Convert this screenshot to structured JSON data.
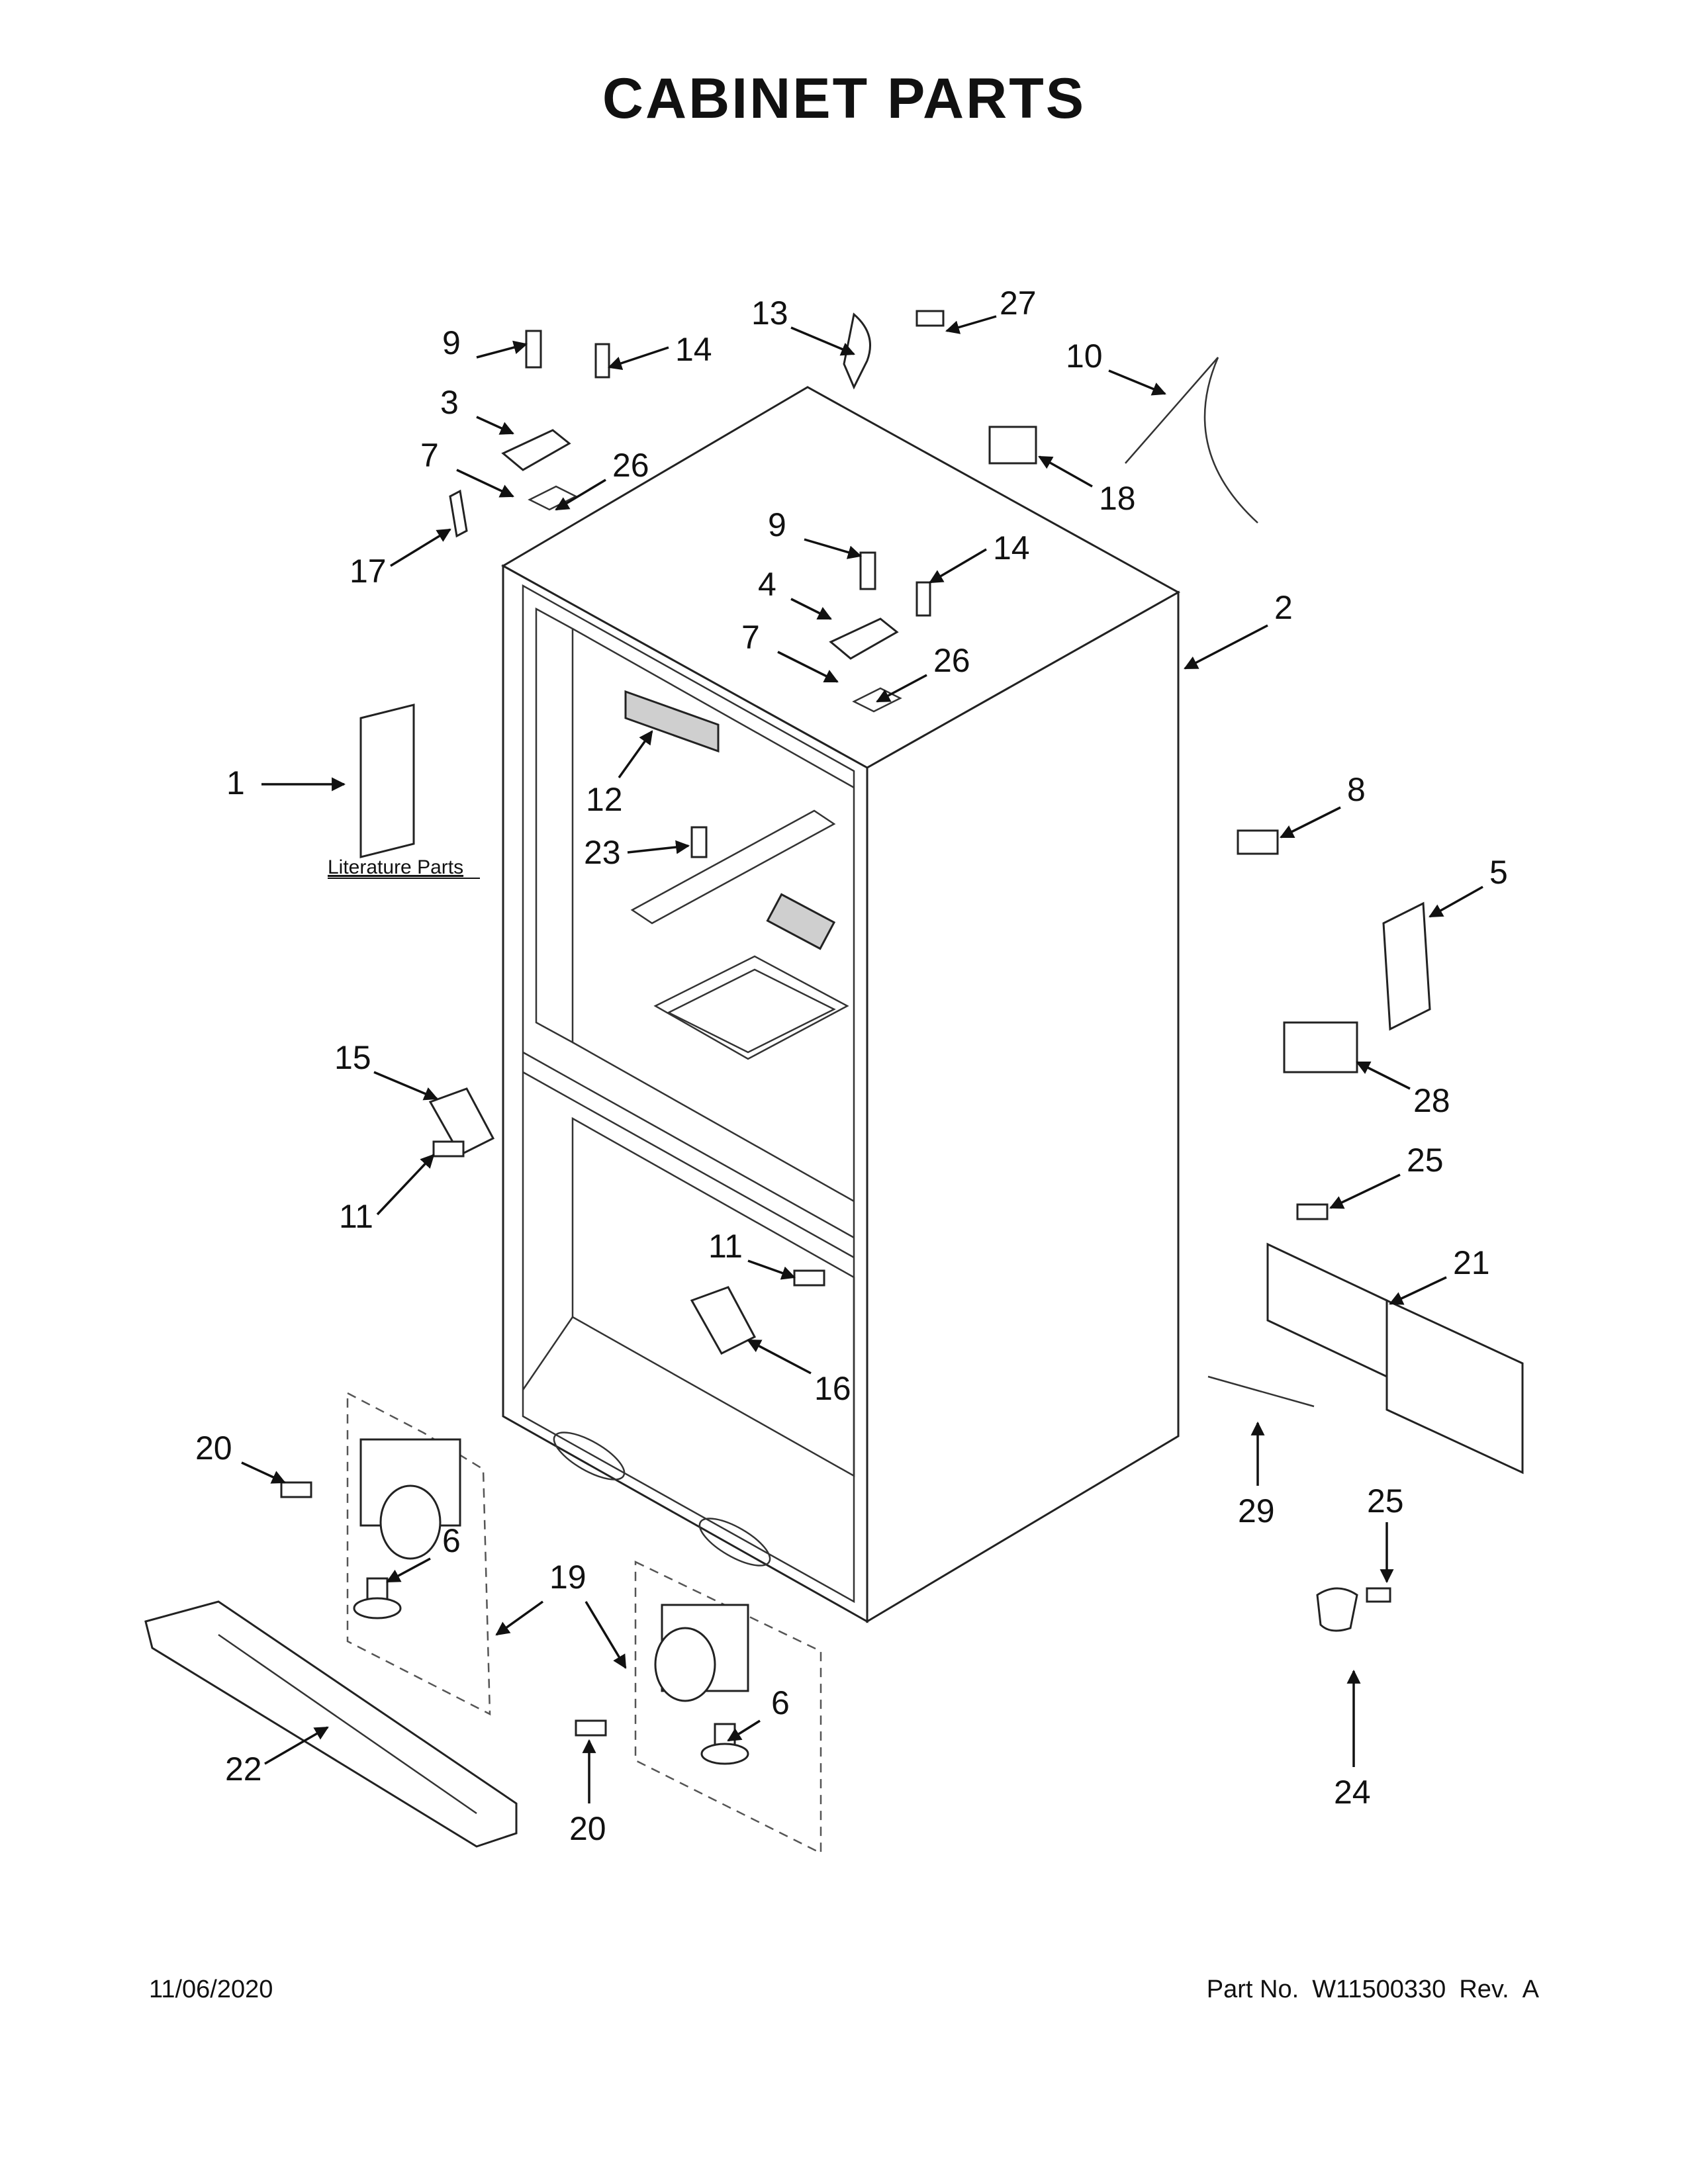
{
  "title": "CABINET PARTS",
  "literature_label": "Literature Parts",
  "footer": {
    "date": "11/06/2020",
    "part_no_label": "Part No.",
    "part_no": "W11500330",
    "rev_label": "Rev.",
    "rev": "A"
  },
  "callouts": [
    "1",
    "2",
    "3",
    "4",
    "5",
    "6",
    "6",
    "7",
    "7",
    "8",
    "9",
    "9",
    "10",
    "11",
    "11",
    "12",
    "13",
    "14",
    "14",
    "15",
    "16",
    "17",
    "18",
    "19",
    "20",
    "20",
    "21",
    "22",
    "23",
    "24",
    "25",
    "25",
    "26",
    "26",
    "27",
    "28",
    "29"
  ]
}
